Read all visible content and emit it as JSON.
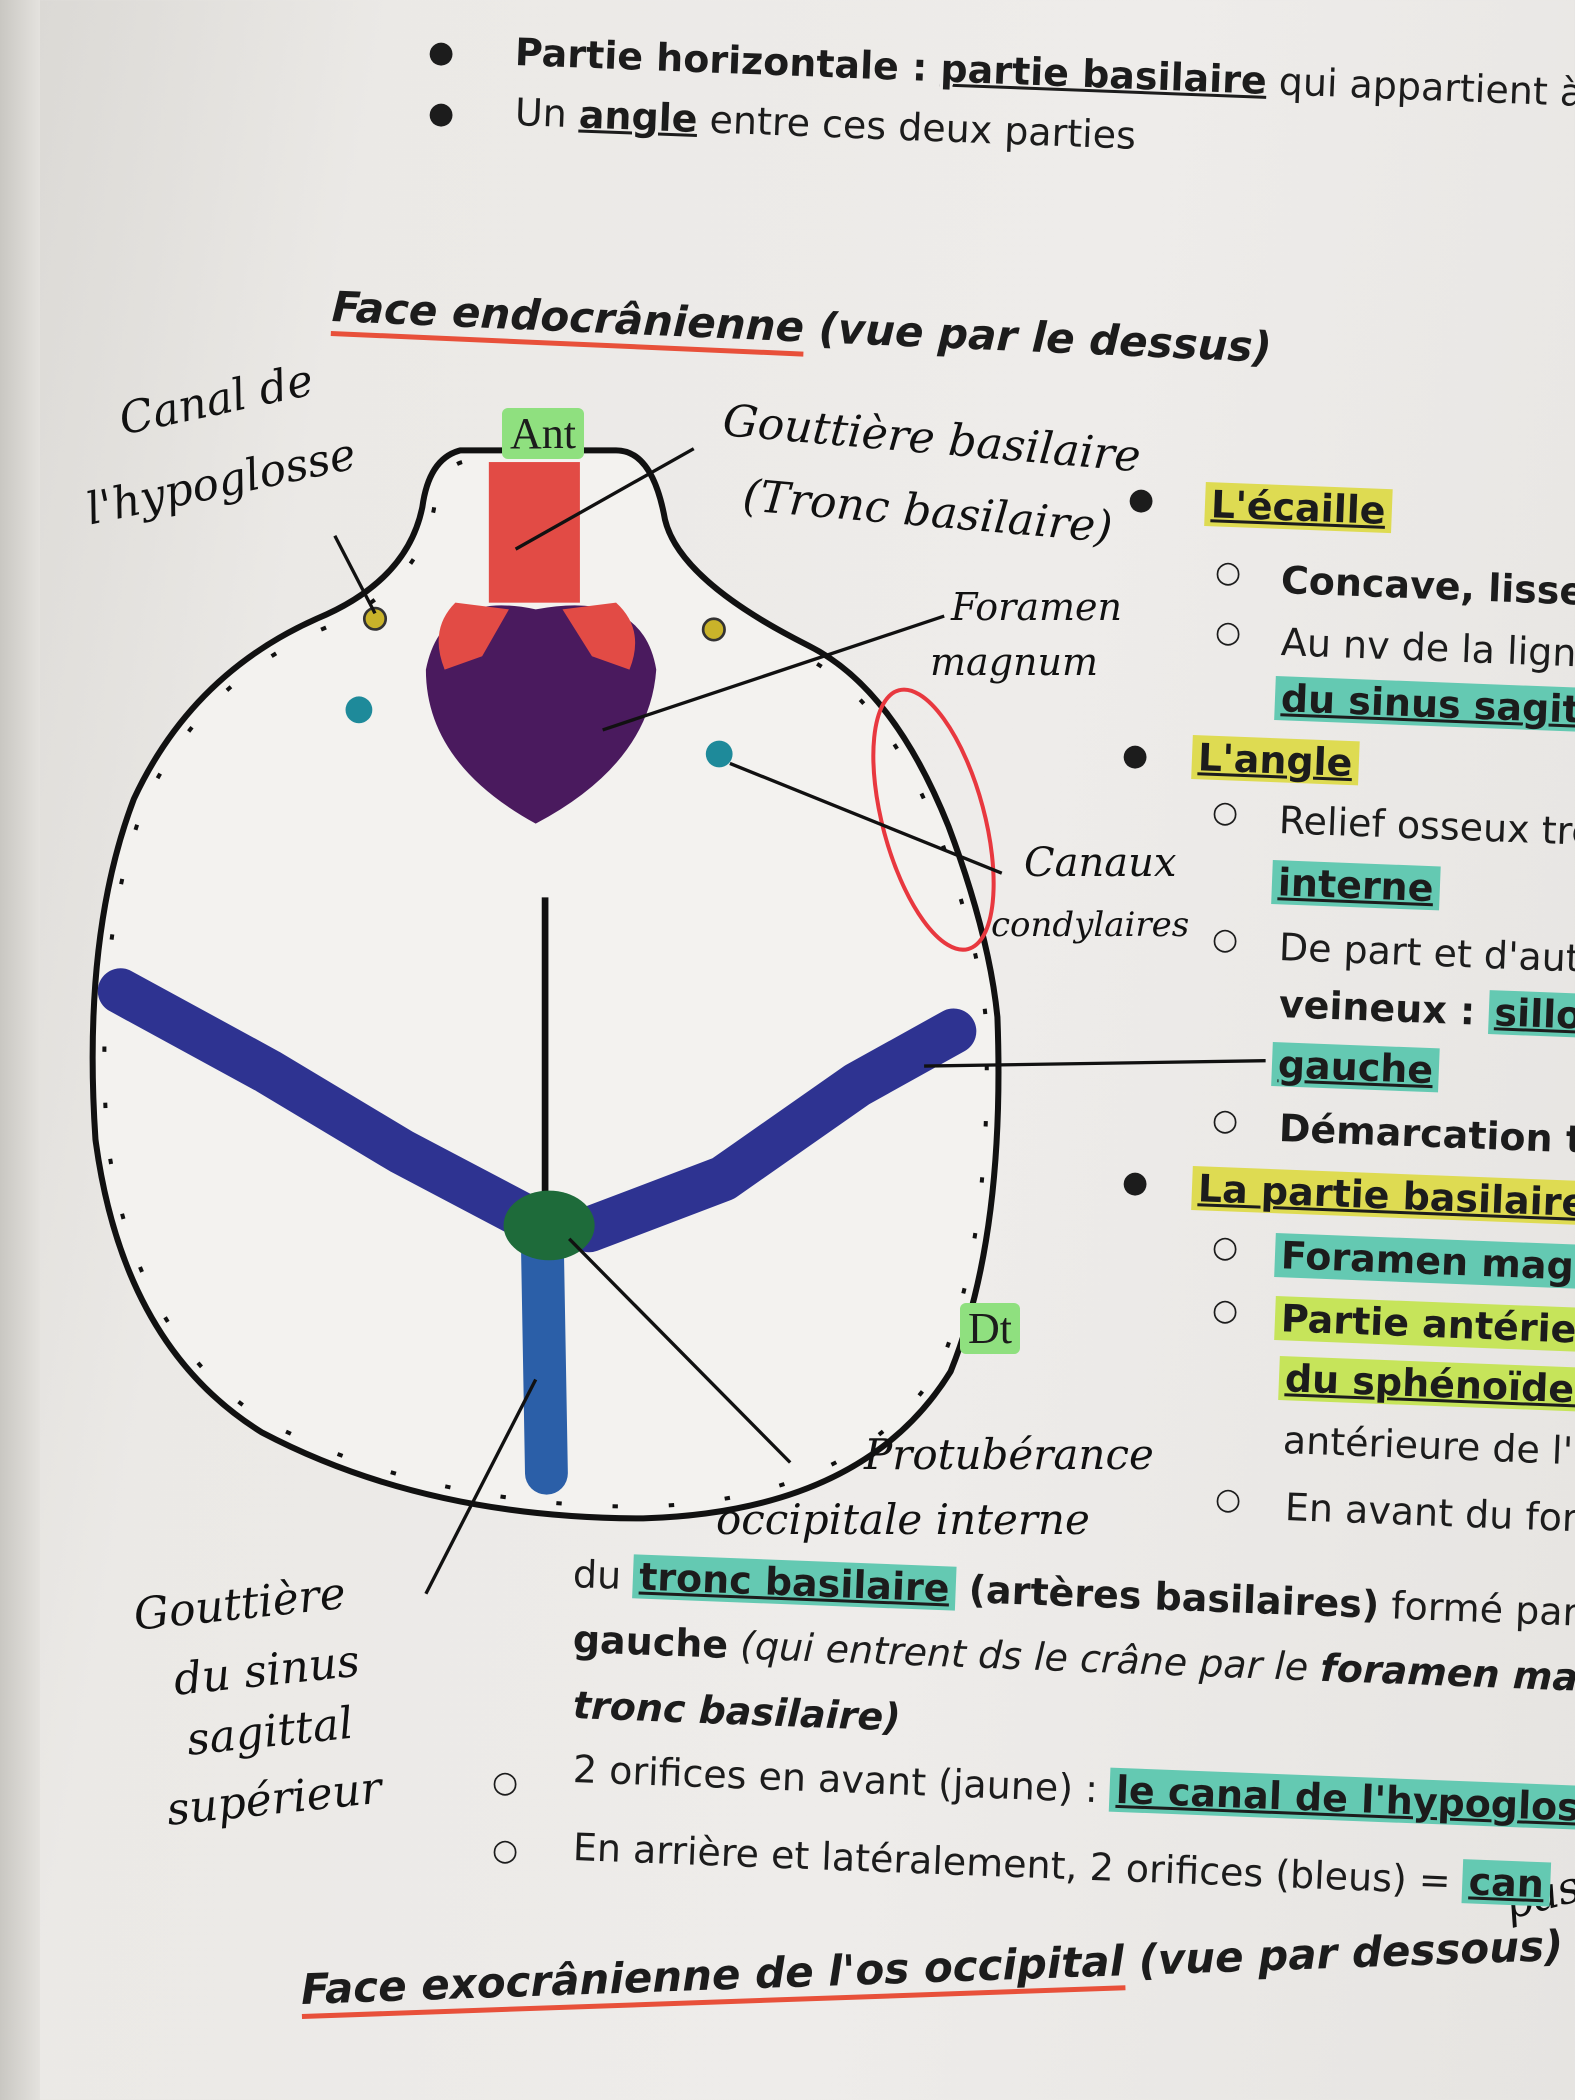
{
  "top_bullets": [
    {
      "prefix": "Partie horizontale : ",
      "link": "partie basilaire",
      "suffix": " qui appartient à la"
    },
    {
      "prefix": "Un ",
      "link": "angle",
      "suffix": " entre ces deux parties"
    }
  ],
  "section1": {
    "title_underlined": "Face endocrânienne",
    "title_rest": " (vue par le dessus)"
  },
  "diagram_labels": {
    "ant": "Ant",
    "dt": "Dt",
    "canal_1": "Canal de",
    "canal_2": "l'hypoglosse",
    "gouttiere_1": "Gouttière basilaire",
    "gouttiere_2": "(Tronc basilaire)",
    "foramen_1": "Foramen",
    "foramen_2": "magnum",
    "canaux_1": "Canaux",
    "canaux_2": "condylaires",
    "protub_1": "Protubérance",
    "protub_2": "occipitale interne",
    "sinus_1": "Gouttière",
    "sinus_2": "du sinus",
    "sinus_3": "sagittal",
    "sinus_4": "supérieur",
    "pas": "pas"
  },
  "right_list": {
    "ecaille": "L'écaille",
    "concave": "Concave, lisse",
    "au_nv": "Au nv de la ligne",
    "du_sinus": "du sinus sagittal",
    "angle": "L'angle",
    "relief": "Relief osseux trè",
    "interne": "interne",
    "de_part": "De part et d'aut",
    "veineux": "veineux : ",
    "sillon": "sillon/",
    "gauche": "gauche",
    "demarcation": "Démarcation tr",
    "basilaire": "La partie basilaire :",
    "foramen": "Foramen magn",
    "partie_ant": "Partie antérieu",
    "sphenoide": "du sphénoïde p",
    "anterieure": "antérieure de l'",
    "en_avant": "En avant du for"
  },
  "bottom_text": {
    "l1_a": "du ",
    "l1_b": "tronc basilaire",
    "l1_c": " (artères basilaires)",
    "l1_d": " formé par la",
    "l2_a": "gauche",
    "l2_b": " (qui entrent ds le crâne par le ",
    "l2_c": "foramen ma",
    "l3": "tronc basilaire)",
    "l4_a": "2 orifices en avant (jaune) : ",
    "l4_b": "le canal de l'hypoglos",
    "l5_a": "En arrière et latéralement, 2 orifices (bleus) = ",
    "l5_b": "can"
  },
  "section2": {
    "title_underlined": "Face exocrânienne de l'os occipital",
    "title_rest": " (vue par dessous)"
  },
  "colors": {
    "red": "#e24b45",
    "purple": "#4a1a5e",
    "blue": "#2e3391",
    "green": "#1e6b3a",
    "yellow_hl": "#dedb52",
    "teal_hl": "#64c9b2"
  }
}
